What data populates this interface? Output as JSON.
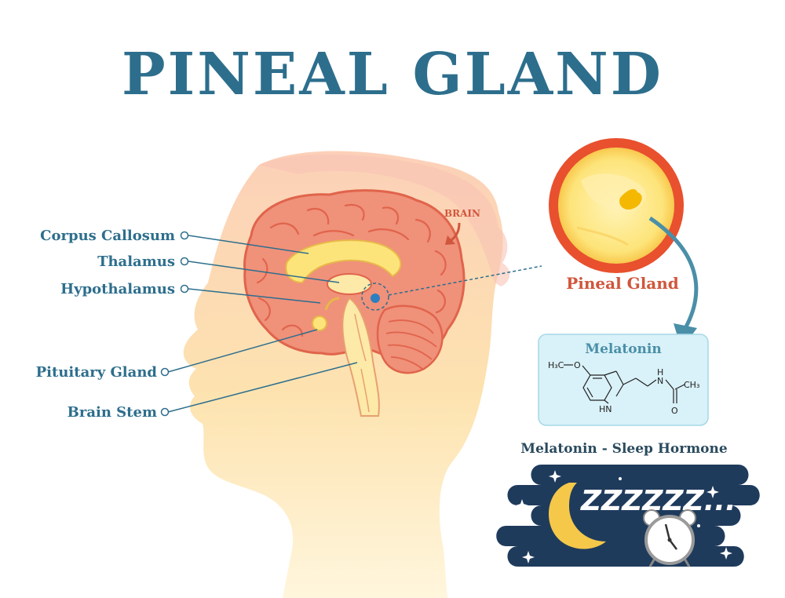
{
  "title": "PINEAL GLAND",
  "brain_label": "BRAIN",
  "labels": {
    "corpus_callosum": "Corpus Callosum",
    "thalamus": "Thalamus",
    "hypothalamus": "Hypothalamus",
    "pituitary_gland": "Pituitary Gland",
    "brain_stem": "Brain Stem"
  },
  "pineal_label": "Pineal Gland",
  "melatonin": {
    "title": "Melatonin",
    "atoms": {
      "h3c": "H₃C",
      "o": "O",
      "hn": "HN",
      "n": "N",
      "h": "H",
      "o2": "O",
      "ch3": "CH₃"
    }
  },
  "sleep": {
    "title": "Melatonin - Sleep Hormone",
    "snore": "ZZZZZZ..."
  },
  "colors": {
    "title": "#2d6e8d",
    "brain": "#f0917a",
    "brain_outline": "#e0644b",
    "head": "#fde6b8",
    "night": "#1f3b5c",
    "accent_red": "#d0563c",
    "box": "#d9f1f8"
  }
}
